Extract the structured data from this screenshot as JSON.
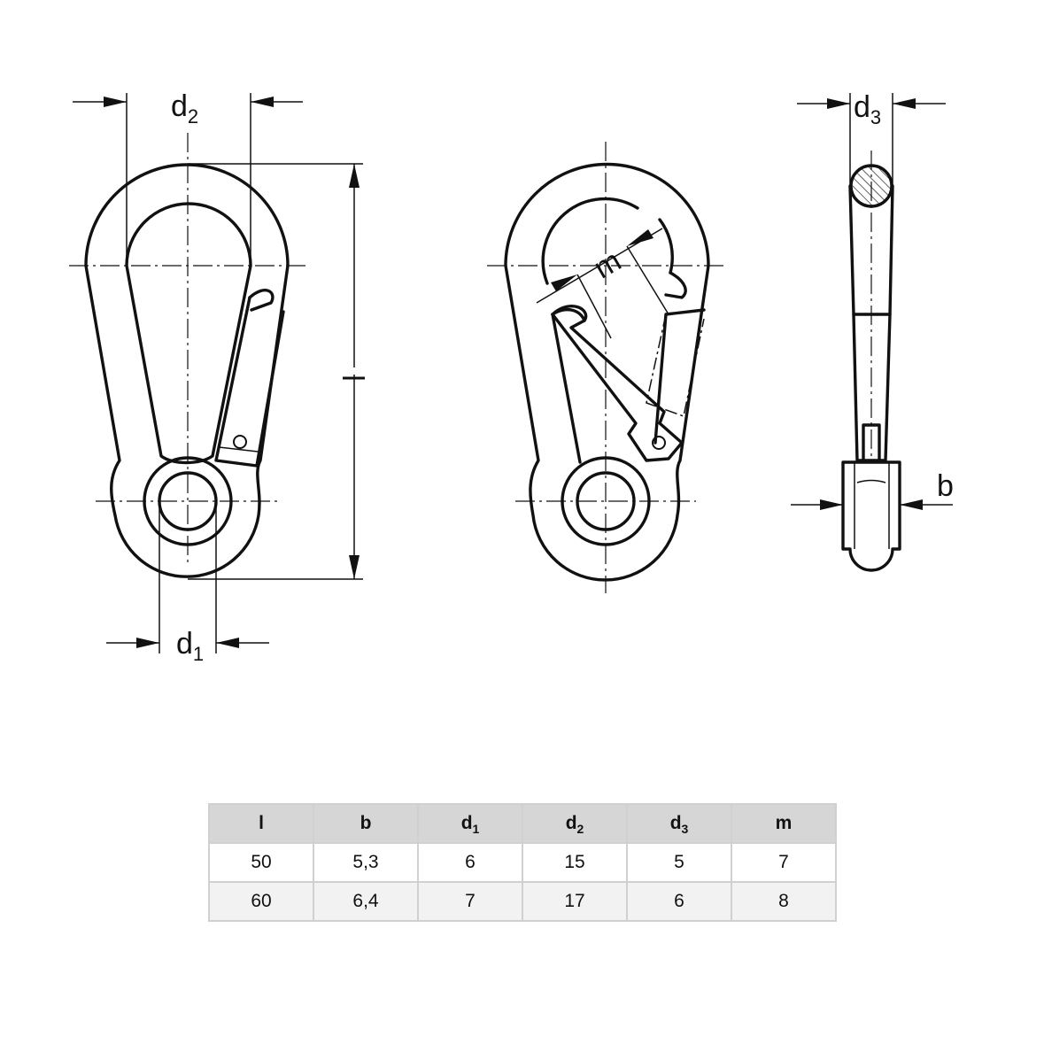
{
  "labels": {
    "d2": {
      "main": "d",
      "sub": "2"
    },
    "d1": {
      "main": "d",
      "sub": "1"
    },
    "d3": {
      "main": "d",
      "sub": "3"
    },
    "l": "l",
    "m": "m",
    "b": "b"
  },
  "table": {
    "headers": [
      {
        "main": "l",
        "sub": ""
      },
      {
        "main": "b",
        "sub": ""
      },
      {
        "main": "d",
        "sub": "1"
      },
      {
        "main": "d",
        "sub": "2"
      },
      {
        "main": "d",
        "sub": "3"
      },
      {
        "main": "m",
        "sub": ""
      }
    ],
    "rows": [
      [
        "50",
        "5,3",
        "6",
        "15",
        "5",
        "7"
      ],
      [
        "60",
        "6,4",
        "7",
        "17",
        "6",
        "8"
      ]
    ]
  }
}
